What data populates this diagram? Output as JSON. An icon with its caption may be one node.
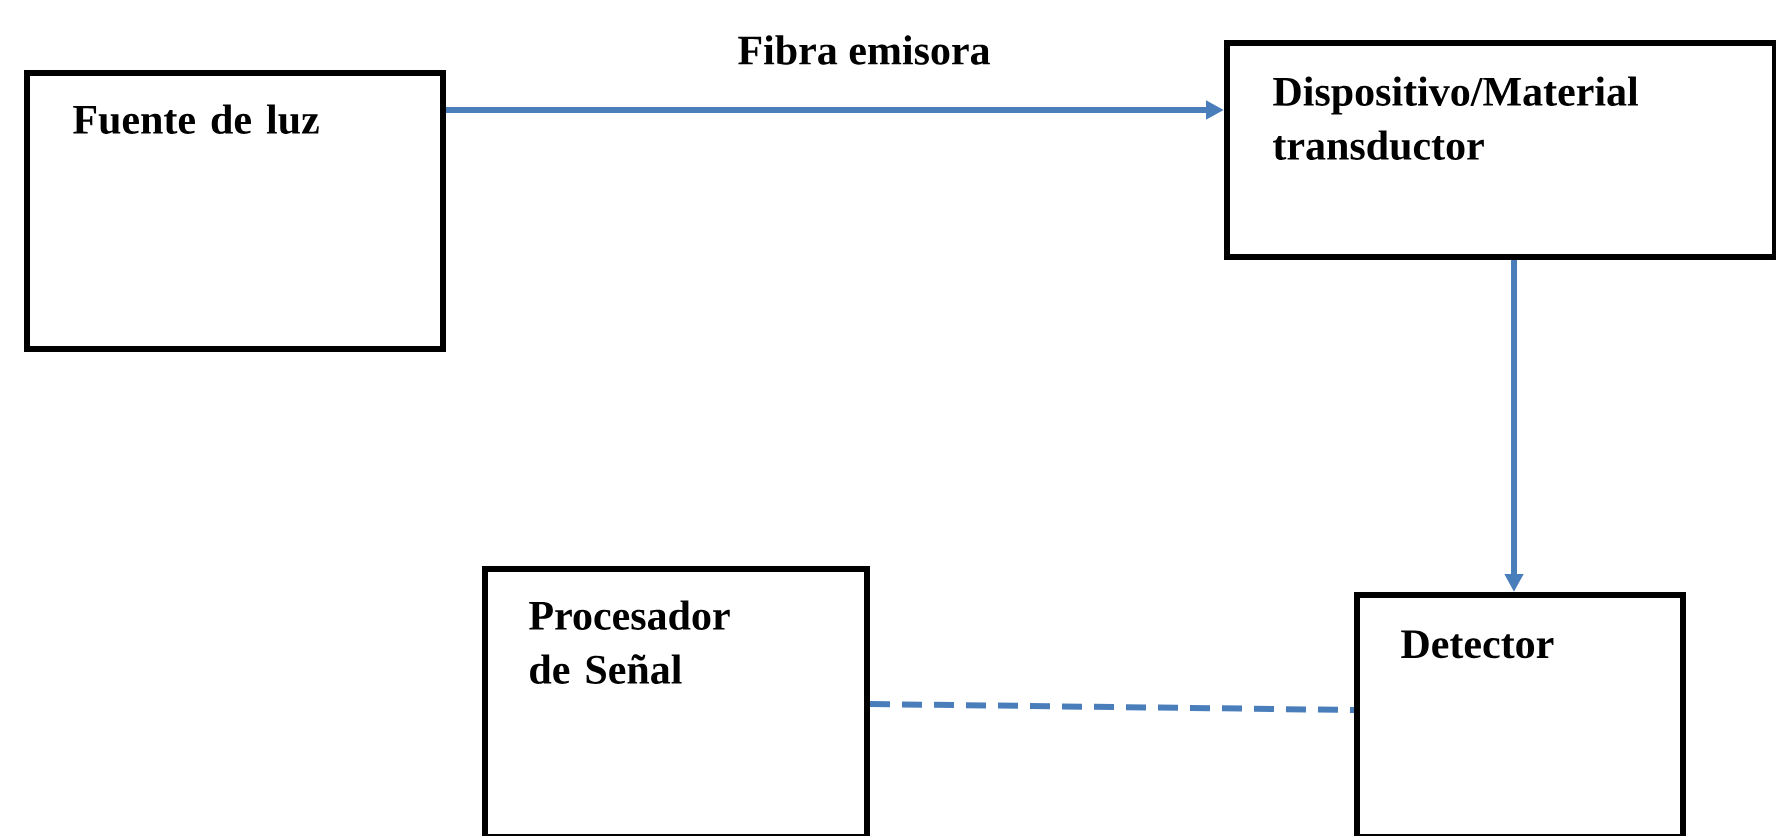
{
  "diagram": {
    "nodes": [
      {
        "text": [
          "Fuente de luz"
        ]
      },
      {
        "text": [
          "Dispositivo/Material transductor"
        ]
      },
      {
        "text": [
          "Detector"
        ]
      },
      {
        "text": [
          "Procesador de Señal"
        ]
      }
    ],
    "edges": [
      {
        "from": 0,
        "to": 1,
        "arrow": "to",
        "label": "Fibra emisora"
      },
      {
        "from": 1,
        "to": 2,
        "arrow": "to"
      },
      {
        "from": 3,
        "to": 2,
        "arrow": "none",
        "style": "dashed"
      }
    ]
  }
}
